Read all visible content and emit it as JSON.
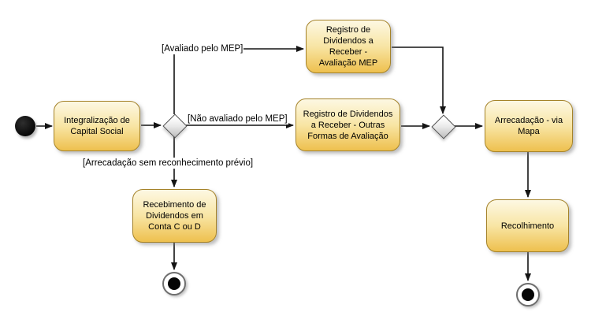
{
  "diagram": {
    "kind": "uml-activity-diagram",
    "language": "pt-BR"
  },
  "activities": {
    "integralizacao": {
      "label": "Integralização de Capital Social"
    },
    "registro_mep": {
      "label": "Registro de Dividendos a Receber - Avaliação MEP"
    },
    "registro_outras": {
      "label": "Registro de Dividendos a Receber - Outras Formas de Avaliação"
    },
    "recebimento": {
      "label": "Recebimento de Dividendos em Conta C ou D"
    },
    "arrecadacao": {
      "label": "Arrecadação - via Mapa"
    },
    "recolhimento": {
      "label": "Recolhimento"
    }
  },
  "guards": {
    "avaliado_mep": "[Avaliado pelo MEP]",
    "nao_avaliado_mep": "[Não avaliado pelo MEP]",
    "arrecadacao_sem_reconhecimento": "[Arrecadação sem reconhecimento prévio]"
  },
  "edges": [
    {
      "from": "initial-node",
      "to": "integralizacao"
    },
    {
      "from": "integralizacao",
      "to": "decision-node"
    },
    {
      "from": "decision-node",
      "to": "registro_mep",
      "guard_key": "avaliado_mep"
    },
    {
      "from": "decision-node",
      "to": "registro_outras",
      "guard_key": "nao_avaliado_mep"
    },
    {
      "from": "decision-node",
      "to": "recebimento",
      "guard_key": "arrecadacao_sem_reconhecimento"
    },
    {
      "from": "registro_mep",
      "to": "merge-node"
    },
    {
      "from": "registro_outras",
      "to": "merge-node"
    },
    {
      "from": "merge-node",
      "to": "arrecadacao"
    },
    {
      "from": "arrecadacao",
      "to": "recolhimento"
    },
    {
      "from": "recolhimento",
      "to": "final-node-right"
    },
    {
      "from": "recebimento",
      "to": "final-node-left"
    }
  ],
  "colors": {
    "canvas_bg": "#FFFFFF",
    "text_color": "#000000",
    "edge_color": "#141414",
    "activity_fill_top": "#FDF8E3",
    "activity_fill_mid": "#F8E5A4",
    "activity_fill_bottom": "#EEC04E",
    "activity_border": "#A5832A",
    "decision_fill_start": "#FFFFFF",
    "decision_fill_end": "#BDBDBD",
    "decision_border": "#4D4D4D",
    "node_black": "#050505",
    "final_ring": "#6E6E6E"
  }
}
